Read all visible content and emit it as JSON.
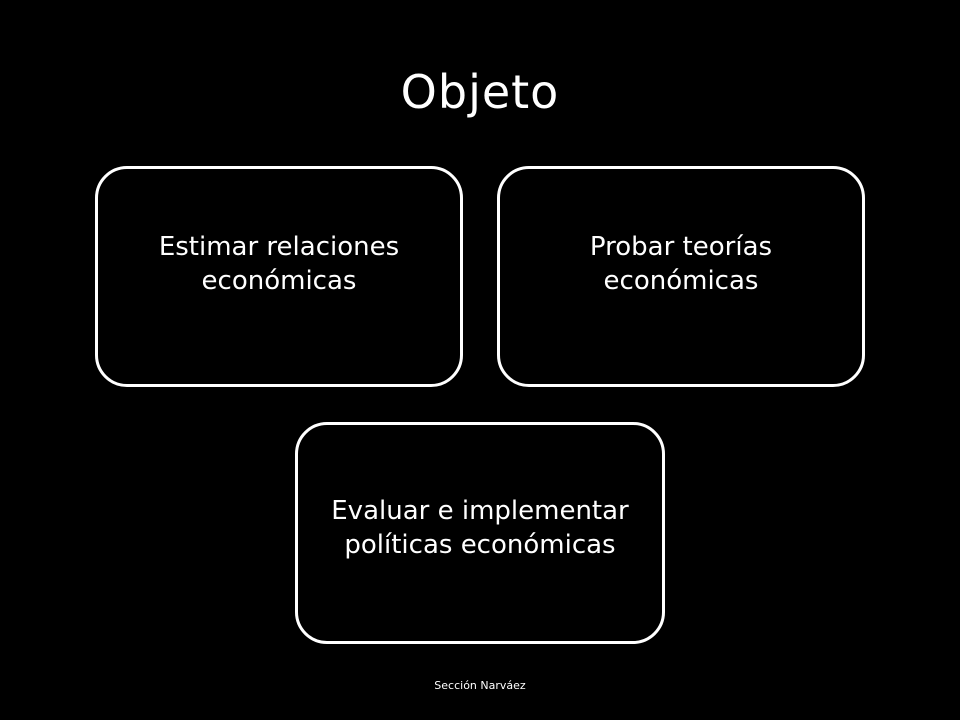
{
  "slide": {
    "title": "Objeto",
    "boxes": [
      {
        "text": "Estimar relaciones económicas"
      },
      {
        "text": "Probar teorías económicas"
      },
      {
        "text": "Evaluar e implementar políticas económicas"
      }
    ],
    "footer": "Sección Narváez"
  },
  "colors": {
    "background": "#000000",
    "foreground": "#ffffff",
    "box_border": "#ffffff"
  }
}
